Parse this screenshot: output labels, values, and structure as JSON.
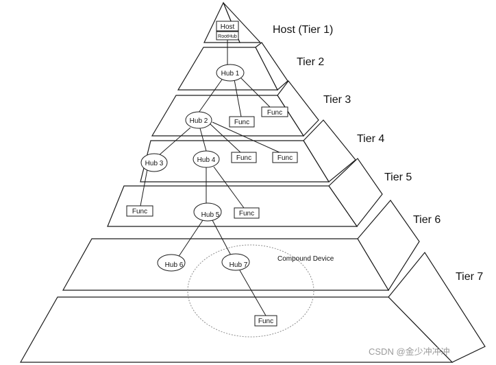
{
  "tiers": [
    {
      "label": "Host (Tier 1)"
    },
    {
      "label": "Tier 2"
    },
    {
      "label": "Tier 3"
    },
    {
      "label": "Tier 4"
    },
    {
      "label": "Tier 5"
    },
    {
      "label": "Tier 6"
    },
    {
      "label": "Tier 7"
    }
  ],
  "host": {
    "title": "Host",
    "root_hub": "RootHub"
  },
  "hubs": {
    "hub1": "Hub 1",
    "hub2": "Hub 2",
    "hub3": "Hub 3",
    "hub4": "Hub 4",
    "hub5": "Hub 5",
    "hub6": "Hub 6",
    "hub7": "Hub 7"
  },
  "func_label": "Func",
  "compound_label": "Compound Device",
  "watermark": "CSDN @金少冲冲冲"
}
